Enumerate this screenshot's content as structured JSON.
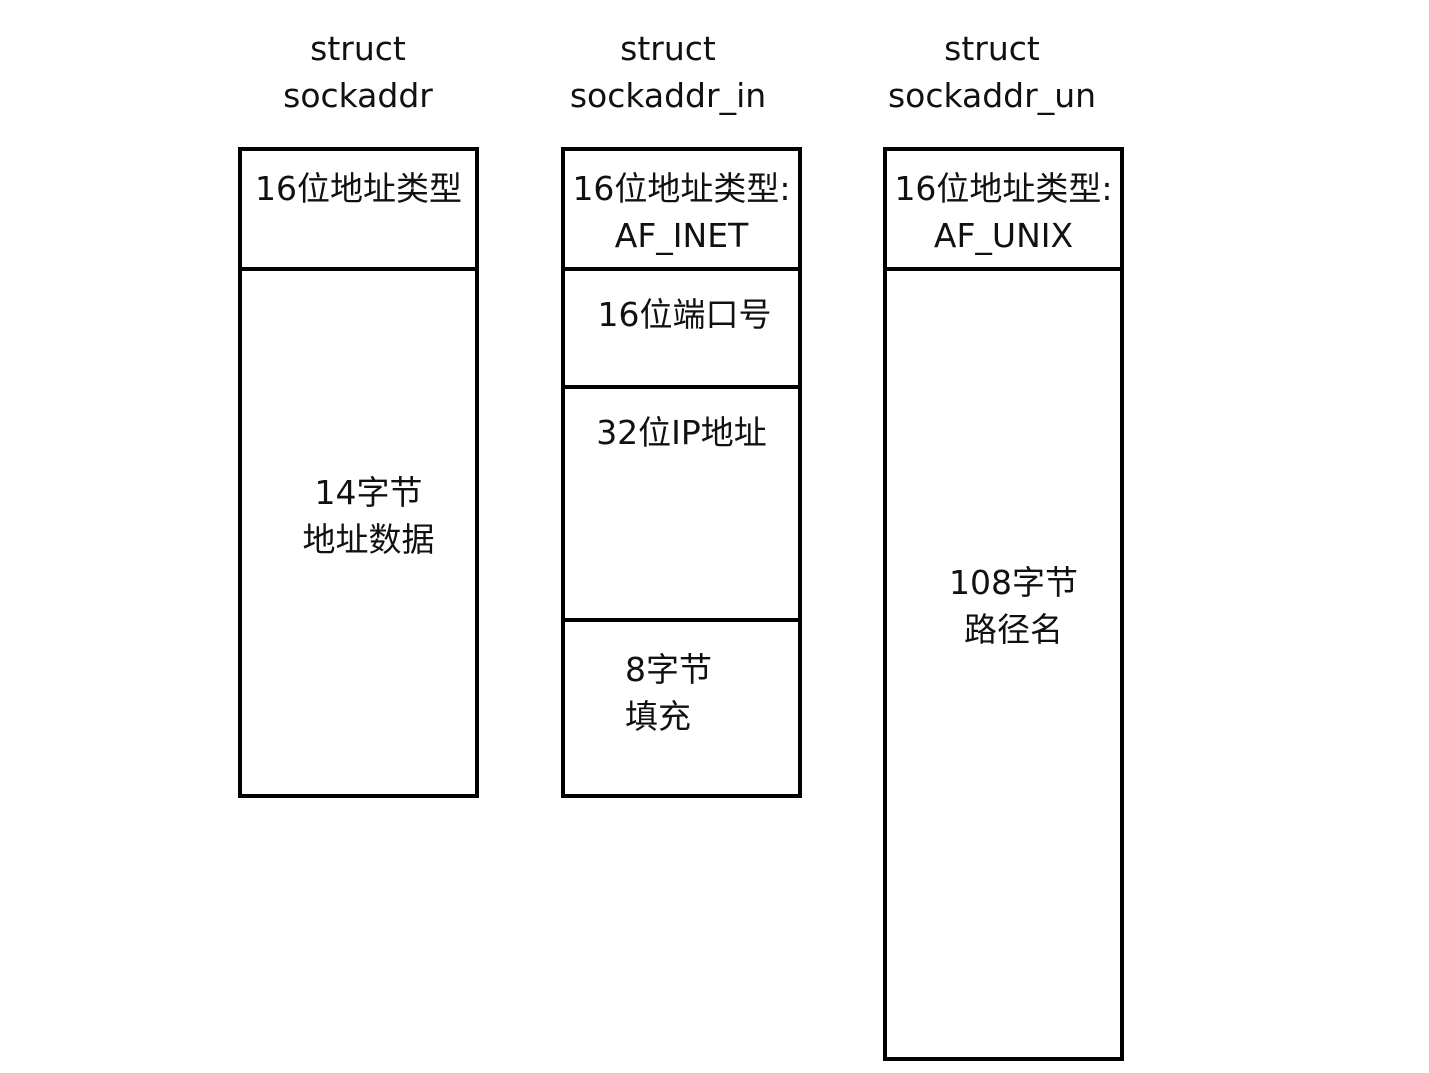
{
  "structs": [
    {
      "title_line1": "struct",
      "title_line2": "sockaddr",
      "fields": [
        {
          "line1": "16位地址类型",
          "line2": ""
        },
        {
          "line1": "14字节",
          "line2": "地址数据"
        }
      ]
    },
    {
      "title_line1": "struct",
      "title_line2": "sockaddr_in",
      "fields": [
        {
          "line1": "16位地址类型:",
          "line2": "AF_INET"
        },
        {
          "line1": "16位端口号",
          "line2": ""
        },
        {
          "line1": "32位IP地址",
          "line2": ""
        },
        {
          "line1": "8字节",
          "line2": "填充"
        }
      ]
    },
    {
      "title_line1": "struct",
      "title_line2": "sockaddr_un",
      "fields": [
        {
          "line1": "16位地址类型:",
          "line2": "AF_UNIX"
        },
        {
          "line1": "108字节",
          "line2": "路径名"
        }
      ]
    }
  ]
}
